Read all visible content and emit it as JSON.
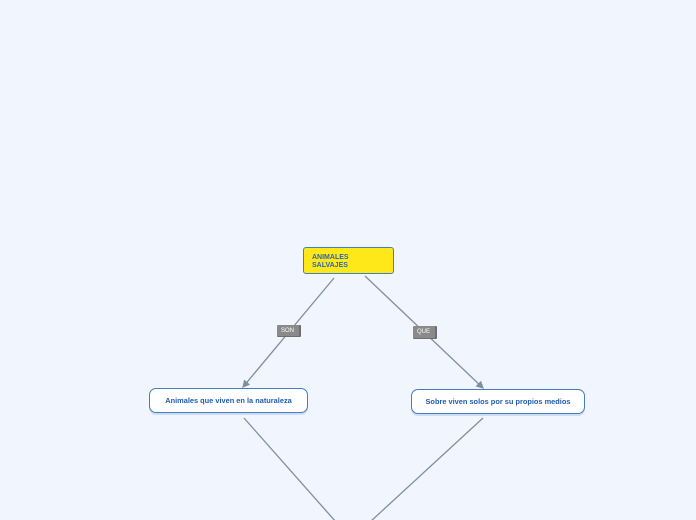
{
  "map": {
    "root": {
      "line1": "ANIMALES",
      "line2": "SALVAJES"
    },
    "connectors": {
      "left": "SON",
      "right": "QUE"
    },
    "children": [
      "Animales que viven en la naturaleza",
      "Sobre viven solos por su propios medios"
    ]
  },
  "colors": {
    "background": "#f1f5fe",
    "root_fill": "#ffe81a",
    "node_border": "#3f7fc8",
    "node_text": "#1f5cb0",
    "connector_line": "#7f8fa0",
    "label_fill": "#8a8a8a"
  }
}
